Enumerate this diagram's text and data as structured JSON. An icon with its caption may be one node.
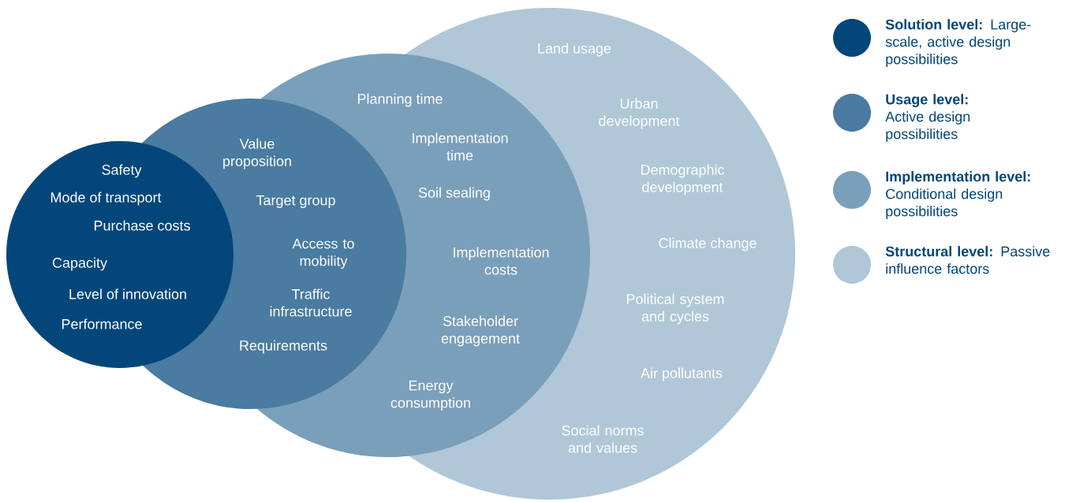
{
  "diagram": {
    "nodes": [
      {
        "text": [
          "Safety",
          "Mode of transport",
          "Purchase costs",
          "Capacity",
          "Level of innovation",
          "Performance"
        ]
      },
      {
        "text": [
          "Value proposition",
          "Target group",
          "Access to mobility",
          "Traffic infrastructure",
          "Requirements"
        ]
      },
      {
        "text": [
          "Planning time",
          "Implementation time",
          "Soil sealing",
          "Implementation costs",
          "Stakeholder engagement",
          "Energy consumption"
        ]
      },
      {
        "text": [
          "Land usage",
          "Urban development",
          "Demographic development",
          "Climate change",
          "Political system and cycles",
          "Air pollutants",
          "Social norms and values"
        ]
      }
    ],
    "legend": [
      {
        "text": "**Solution level:** Large-scale, active design possibilities",
        "color": "#03477a"
      },
      {
        "text": "**Usage level:** Active design possibilities",
        "color": "#4a7ba0"
      },
      {
        "text": "**Implementation level:** Conditional design possibilities",
        "color": "#7a9fba"
      },
      {
        "text": "**Structural level:** Passive influence factors",
        "color": "#b0c7d7"
      }
    ]
  }
}
